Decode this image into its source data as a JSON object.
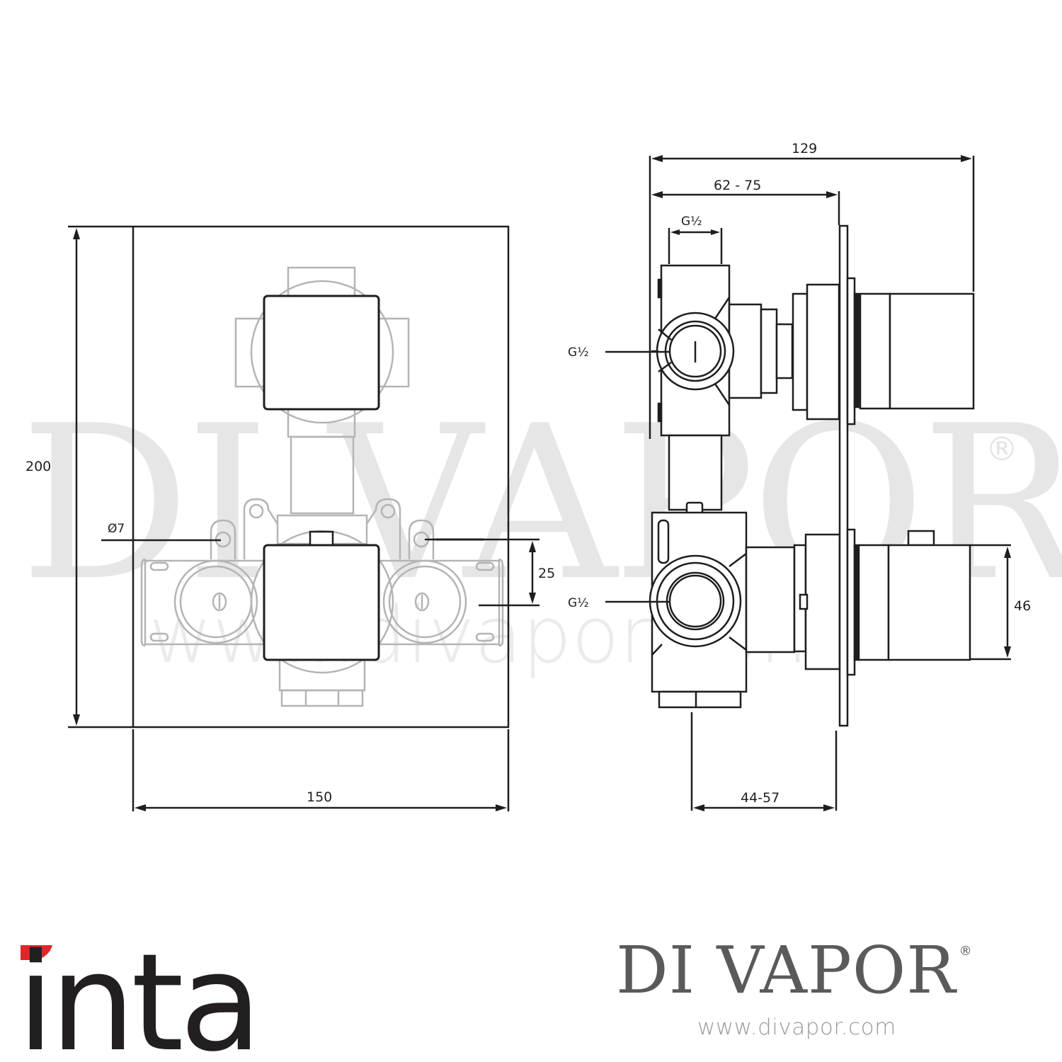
{
  "drawing": {
    "front_view": {
      "dimensions": {
        "height": "200",
        "width": "150",
        "hole_diameter": "Ø7",
        "hole_offset": "25"
      }
    },
    "side_view": {
      "dimensions": {
        "overall_depth": "129",
        "body_depth_range": "62 - 75",
        "top_thread": "G½",
        "upper_inlet": "G½",
        "lower_inlet": "G½",
        "handle_height": "46",
        "wall_depth_range": "44-57"
      }
    },
    "watermark": {
      "text": "DI VAPOR",
      "registered": "®",
      "url": "www.divapor.com"
    }
  },
  "footer": {
    "manufacturer_logo": {
      "text": "inta",
      "accent_color": "#e0262b",
      "text_color": "#231f20"
    },
    "retailer_logo": {
      "name": "DI VAPOR",
      "registered": "®",
      "url": "www.divapor.com",
      "name_color": "#5a5a5a",
      "url_color": "#9a9a9a"
    }
  },
  "colors": {
    "line_dark": "#1e1e1e",
    "line_grey": "#b4b4b4",
    "watermark": "#e6e6e6"
  }
}
